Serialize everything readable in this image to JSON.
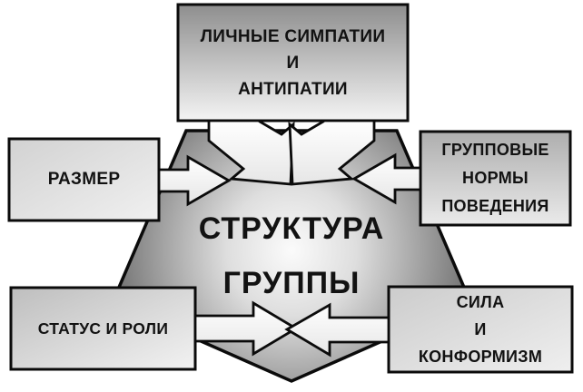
{
  "diagram": {
    "center": {
      "line1": "СТРУКТУРА",
      "line2": "ГРУППЫ"
    },
    "boxes": {
      "top": {
        "lines": [
          "ЛИЧНЫЕ СИМПАТИИ",
          "И",
          "АНТИПАТИИ"
        ]
      },
      "left": {
        "lines": [
          "РАЗМЕР"
        ]
      },
      "right": {
        "lines": [
          "ГРУППОВЫЕ",
          "НОРМЫ",
          "ПОВЕДЕНИЯ"
        ]
      },
      "bottom_left": {
        "lines": [
          "СТАТУС И РОЛИ"
        ]
      },
      "bottom_right": {
        "lines": [
          "СИЛА",
          "И",
          "КОНФОРМИЗМ"
        ]
      }
    }
  },
  "colors": {
    "bg": "#ffffff",
    "stroke": "#0b0b0b",
    "text": "#121212",
    "pent-center": "#fbfbfb",
    "pent-light": "#dedede",
    "pent-mid": "#a2a2a2",
    "pent-edge": "#505050",
    "arrow-from": "#ffffff",
    "arrow-to": "#e6e6e6",
    "box-top-from": "#8e8e8e",
    "box-top-to": "#f4f4f4",
    "box-right-from": "#aeaeae",
    "box-right-to": "#eaeaea",
    "box-left-from": "#d2d2d2",
    "box-left-to": "#f0f0f0",
    "box-bl-from": "#bebebe",
    "box-bl-to": "#f2f2f2",
    "box-br-from": "#cccccc",
    "box-br-to": "#efefef"
  }
}
